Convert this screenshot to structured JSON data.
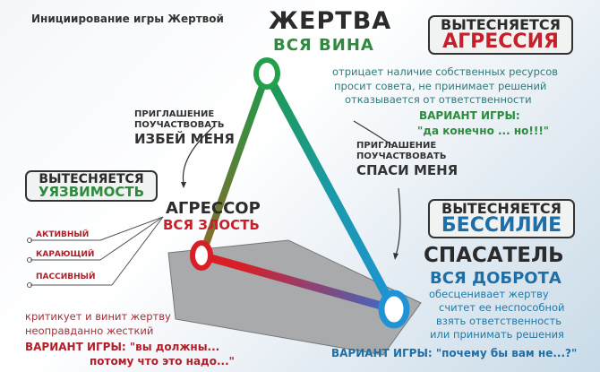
{
  "title": "Инициирование игры Жертвой",
  "victim": {
    "name": "ЖЕРТВА",
    "sub": "ВСЯ ВИНА",
    "color": "#2e8b3e",
    "repressed_label": "ВЫТЕСНЯЕТСЯ",
    "repressed": "АГРЕССИЯ",
    "desc": [
      "отрицает наличие собственных ресурсов",
      "просит совета, не принимает решений",
      "отказывается от ответственности"
    ],
    "game_label": "ВАРИАНТ ИГРЫ:",
    "game": "\"да конечно ... но!!!\""
  },
  "aggressor": {
    "name": "АГРЕССОР",
    "sub": "ВСЯ ЗЛОСТЬ",
    "color": "#c8202a",
    "repressed_label": "ВЫТЕСНЯЕТСЯ",
    "repressed": "УЯЗВИМОСТЬ",
    "types": [
      "АКТИВНЫЙ",
      "КАРАЮЩИЙ",
      "ПАССИВНЫЙ"
    ],
    "desc": [
      "критикует и винит жертву",
      "неоправданно жесткий"
    ],
    "game_label": "ВАРИАНТ ИГРЫ: \"вы должны...",
    "game_cont": "потому что это надо...\""
  },
  "rescuer": {
    "name": "СПАСАТЕЛЬ",
    "sub": "ВСЯ ДОБРОТА",
    "color": "#1f93d6",
    "repressed_label": "ВЫТЕСНЯЕТСЯ",
    "repressed": "БЕССИЛИЕ",
    "desc": [
      "обесценивает жертву",
      "считет ее неспособной",
      "взять ответственность",
      "или принимать решения"
    ],
    "game": "ВАРИАНТ ИГРЫ: \"почему бы вам не...?\""
  },
  "invite_left": {
    "l1": "ПРИГЛАШЕНИЕ",
    "l2": "ПОУЧАСТВОВАТЬ",
    "l3": "ИЗБЕЙ МЕНЯ"
  },
  "invite_right": {
    "l1": "ПРИГЛАШЕНИЕ",
    "l2": "ПОУЧАСТВОВАТЬ",
    "l3": "СПАСИ МЕНЯ"
  }
}
